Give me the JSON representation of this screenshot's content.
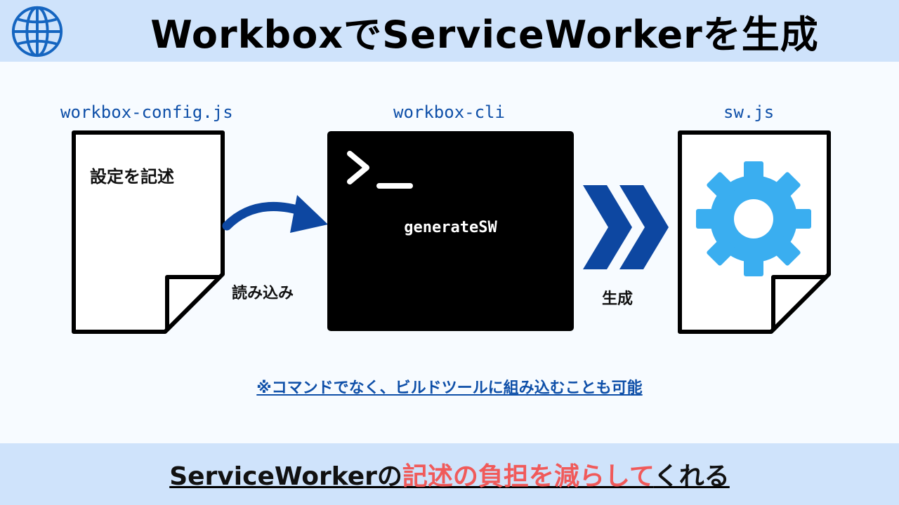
{
  "header": {
    "title": "WorkboxでServiceWorkerを生成",
    "icon": "globe-icon"
  },
  "config_file": {
    "label": "workbox-config.js",
    "text": "設定を記述",
    "icon": "document-icon"
  },
  "cli": {
    "label": "workbox-cli",
    "command": "generateSW",
    "icon": "terminal-prompt-icon"
  },
  "output_file": {
    "label": "sw.js",
    "icon": "gear-icon"
  },
  "captions": {
    "read": "読み込み",
    "generate": "生成"
  },
  "note": "※コマンドでなく、ビルドツールに組み込むことも可能",
  "footer": {
    "part1": "ServiceWorkerの",
    "part2": "記述の負担を減らして",
    "part3": "くれる"
  },
  "colors": {
    "header_bg": "#cfe3fb",
    "label_blue": "#0e4fa8",
    "gear_blue": "#3aaef0",
    "footer_red": "#f05a5a"
  }
}
